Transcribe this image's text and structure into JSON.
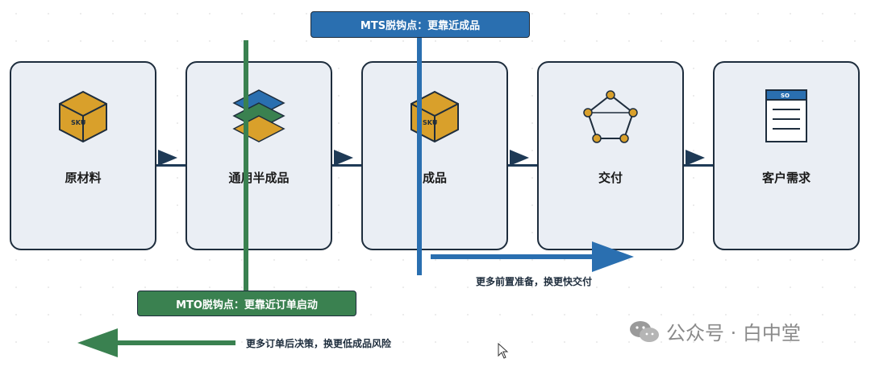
{
  "nodes": [
    {
      "label": "原材料",
      "icon": "raw-material-cube-icon",
      "icon_text": "SKU"
    },
    {
      "label": "通用半成品",
      "icon": "layered-stack-icon"
    },
    {
      "label": "成品",
      "icon": "finished-goods-cube-icon",
      "icon_text": "SKU"
    },
    {
      "label": "交付",
      "icon": "pentagon-network-icon"
    },
    {
      "label": "客户需求",
      "icon": "sales-order-document-icon",
      "icon_text": "SO"
    }
  ],
  "mts": {
    "tag": "MTS脱钩点：更靠近成品",
    "arrow_caption": "更多前置准备，换更快交付",
    "color": "#2a6fb0"
  },
  "mto": {
    "tag": "MTO脱钩点：更靠近订单启动",
    "arrow_caption": "更多订单后决策，换更低成品风险",
    "color": "#3a8150"
  },
  "watermark": "公众号 · 白中堂",
  "colors": {
    "card_bg": "#eaeef4",
    "card_border": "#1e2d3d",
    "cube": "#d9a02b",
    "stack_blue": "#2a6fb0",
    "stack_green": "#3a8150"
  }
}
